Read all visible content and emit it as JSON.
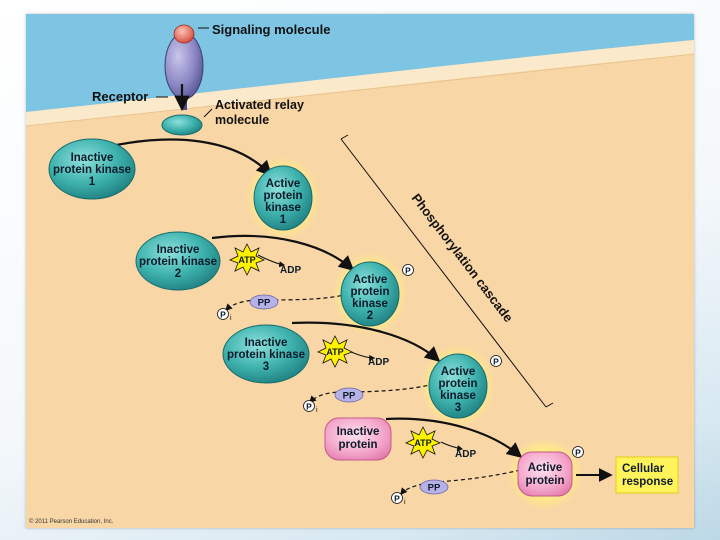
{
  "labels": {
    "signaling_molecule": "Signaling molecule",
    "receptor": "Receptor",
    "relay_line1": "Activated relay",
    "relay_line2": "molecule",
    "cascade": "Phosphorylation cascade",
    "cellular_line1": "Cellular",
    "cellular_line2": "response",
    "atp": "ATP",
    "adp": "ADP",
    "pp": "PP",
    "p": "P",
    "pi": "P",
    "pi_sub": "i"
  },
  "inactive": [
    {
      "line1": "Inactive",
      "line2": "protein kinase",
      "line3": "1"
    },
    {
      "line1": "Inactive",
      "line2": "protein kinase",
      "line3": "2"
    },
    {
      "line1": "Inactive",
      "line2": "protein kinase",
      "line3": "3"
    },
    {
      "line1": "Inactive",
      "line2": "protein",
      "line3": ""
    }
  ],
  "active": [
    {
      "line1": "Active",
      "line2": "protein",
      "line3": "kinase",
      "line4": "1"
    },
    {
      "line1": "Active",
      "line2": "protein",
      "line3": "kinase",
      "line4": "2"
    },
    {
      "line1": "Active",
      "line2": "protein",
      "line3": "kinase",
      "line4": "3"
    },
    {
      "line1": "Active",
      "line2": "protein",
      "line3": "",
      "line4": ""
    }
  ],
  "copyright": "© 2011 Pearson Education, Inc.",
  "colors": {
    "cytoplasm": "#f9d6a6",
    "extracellular": "#7ec5e4",
    "membrane": "#fbe9cb",
    "teal": "#2fa3a0",
    "pink": "#f39cc4",
    "glow": "#fff275",
    "atp": "#fff200"
  }
}
